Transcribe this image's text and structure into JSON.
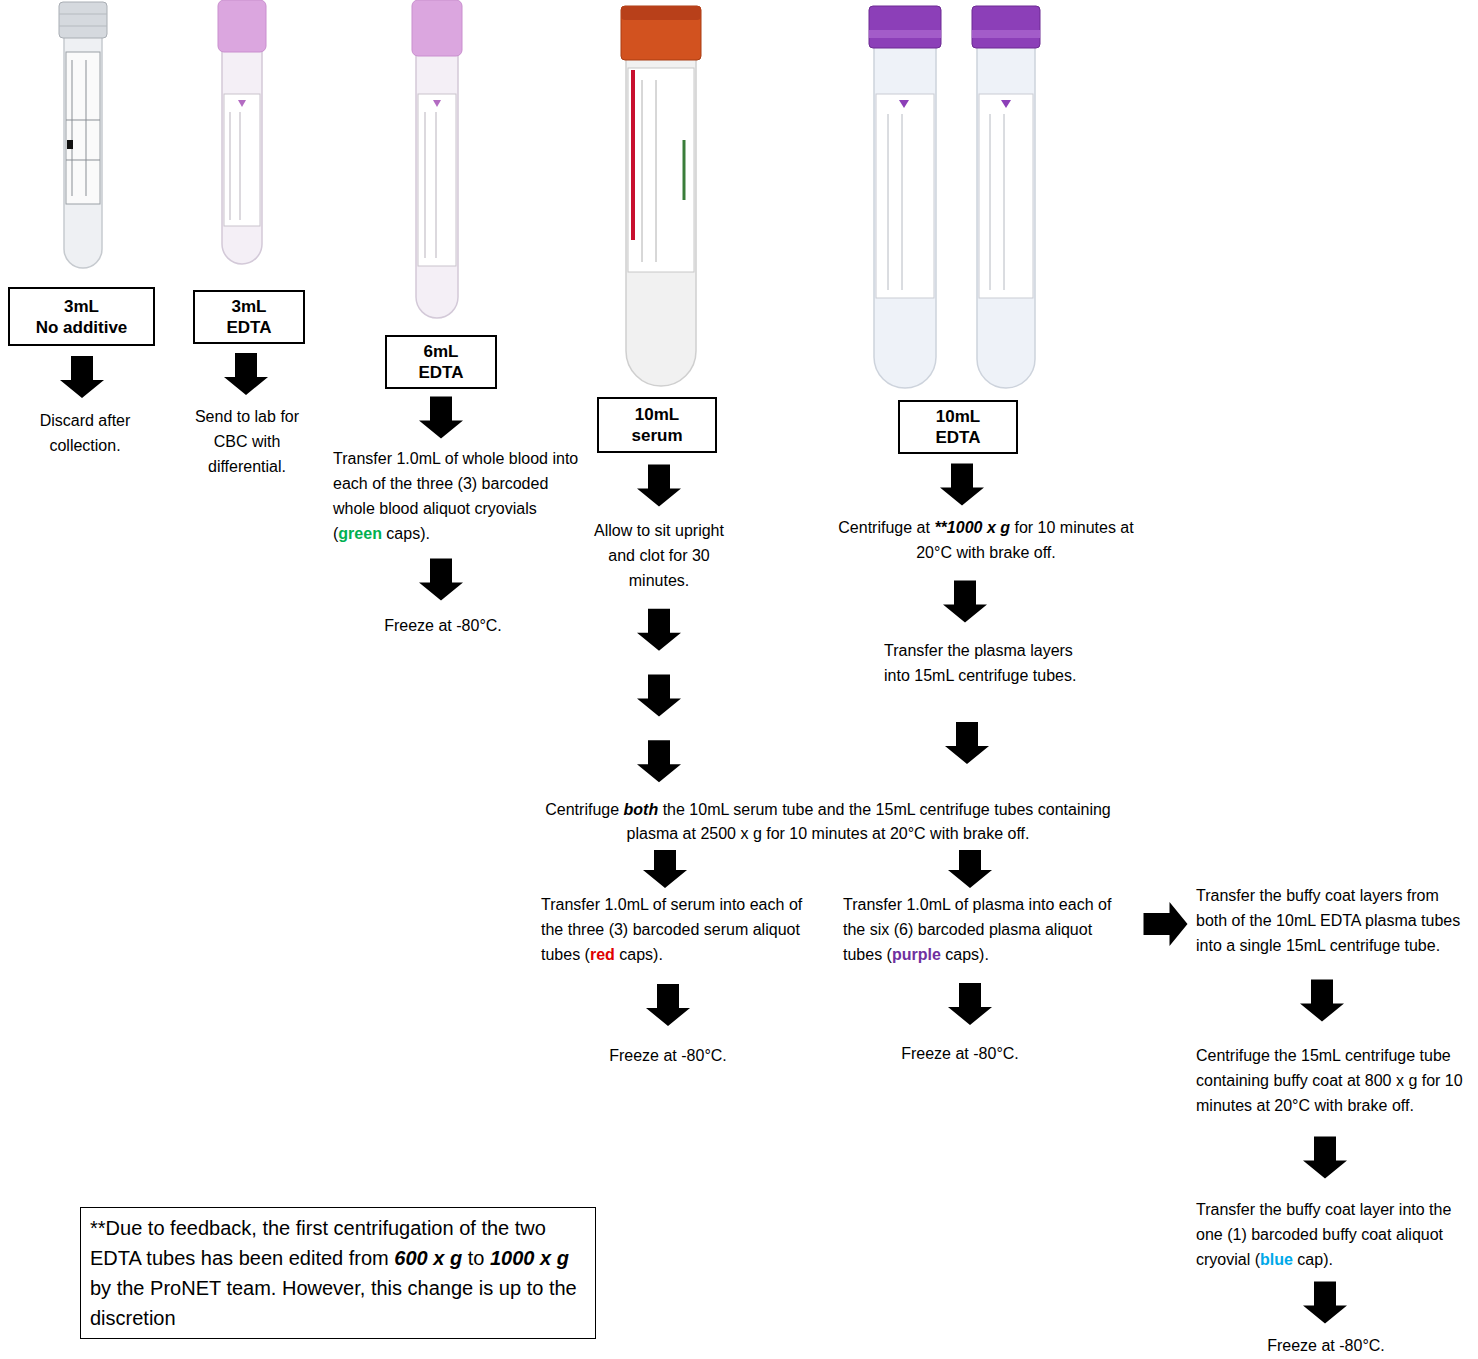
{
  "diagram": {
    "nodes": [
      {
        "text": [
          "3mL No additive"
        ]
      },
      {
        "text": [
          "3mL EDTA"
        ]
      },
      {
        "text": [
          "6mL EDTA"
        ]
      },
      {
        "text": [
          "10mL serum"
        ]
      },
      {
        "text": [
          "10mL EDTA"
        ]
      },
      {
        "text": [
          "Discard after collection."
        ]
      },
      {
        "text": [
          "Send to lab for CBC with differential."
        ]
      },
      {
        "text": [
          "Transfer 1.0mL of whole blood into each of the three (3) barcoded whole blood aliquot cryovials (green caps)."
        ]
      },
      {
        "text": [
          "Allow to sit upright and clot for 30 minutes."
        ]
      },
      {
        "text": [
          "Centrifuge at **1000 x g for 10 minutes at 20°C with brake off."
        ]
      },
      {
        "text": [
          "Freeze at -80°C."
        ]
      },
      {
        "text": [
          "Transfer the plasma layers into 15mL centrifuge tubes."
        ]
      },
      {
        "text": [
          "Centrifuge both the 10mL serum tube and the 15mL centrifuge tubes containing plasma at 2500 x g for 10 minutes at 20°C with brake off."
        ]
      },
      {
        "text": [
          "Transfer 1.0mL of serum into each of the three (3) barcoded serum aliquot tubes (red caps)."
        ]
      },
      {
        "text": [
          "Transfer 1.0mL of plasma into each of the six (6) barcoded plasma aliquot tubes (purple caps)."
        ]
      },
      {
        "text": [
          "Transfer the buffy coat layers from both of the 10mL EDTA plasma tubes into a single 15mL centrifuge tube."
        ]
      },
      {
        "text": [
          "Freeze at -80°C."
        ]
      },
      {
        "text": [
          "Freeze at -80°C."
        ]
      },
      {
        "text": [
          "Centrifuge the 15mL centrifuge tube containing buffy coat at 800 x g for 10 minutes at 20°C with brake off."
        ]
      },
      {
        "text": [
          "Transfer the buffy coat layer into the one (1) barcoded buffy coat aliquot cryovial (blue cap)."
        ]
      },
      {
        "text": [
          "Freeze at -80°C."
        ]
      },
      {
        "text": [
          "**Due to feedback, the first centrifugation of the two EDTA tubes has been edited from 600 x g to 1000 x g by the ProNET team. However, this change is up to the discretion"
        ]
      }
    ],
    "edges": [
      {
        "from": 0,
        "to": 5,
        "arrow": "to"
      },
      {
        "from": 1,
        "to": 6,
        "arrow": "to"
      },
      {
        "from": 2,
        "to": 7,
        "arrow": "to"
      },
      {
        "from": 7,
        "to": 10,
        "arrow": "to"
      },
      {
        "from": 3,
        "to": 8,
        "arrow": "to"
      },
      {
        "from": 8,
        "to": 12,
        "arrow": "to"
      },
      {
        "from": 4,
        "to": 9,
        "arrow": "to"
      },
      {
        "from": 9,
        "to": 11,
        "arrow": "to"
      },
      {
        "from": 11,
        "to": 12,
        "arrow": "to"
      },
      {
        "from": 12,
        "to": 13,
        "arrow": "to"
      },
      {
        "from": 12,
        "to": 14,
        "arrow": "to"
      },
      {
        "from": 14,
        "to": 15,
        "arrow": "to"
      },
      {
        "from": 13,
        "to": 16,
        "arrow": "to"
      },
      {
        "from": 14,
        "to": 17,
        "arrow": "to"
      },
      {
        "from": 15,
        "to": 18,
        "arrow": "to"
      },
      {
        "from": 18,
        "to": 19,
        "arrow": "to"
      },
      {
        "from": 19,
        "to": 20,
        "arrow": "to"
      }
    ]
  }
}
